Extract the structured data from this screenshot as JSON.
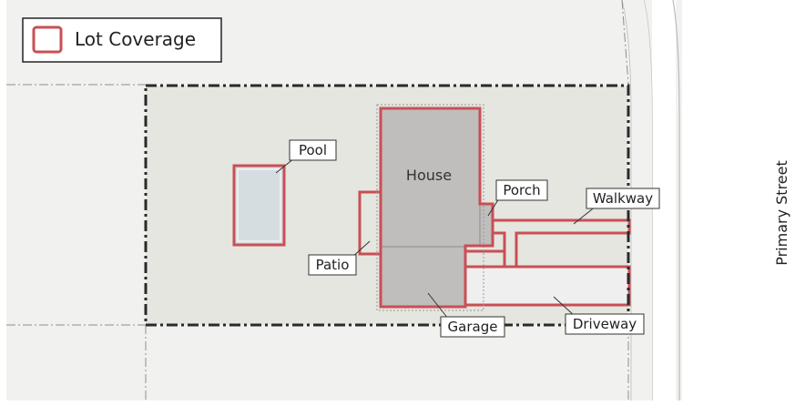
{
  "legend": {
    "label": "Lot Coverage",
    "swatch_color": "#c94f55"
  },
  "street": {
    "label": "Primary Street"
  },
  "labels": {
    "house": "House",
    "pool": "Pool",
    "porch": "Porch",
    "walkway": "Walkway",
    "patio": "Patio",
    "garage": "Garage",
    "driveway": "Driveway"
  },
  "colors": {
    "coverage_outline": "#c94f55",
    "building_fill": "#c0bdbd",
    "pool_fill": "#d6dde1",
    "lot_fill": "#e4e6df",
    "surround_fill": "#f1f2ef",
    "driveway_fill": "#efefef",
    "road_fill": "#ffffff"
  }
}
